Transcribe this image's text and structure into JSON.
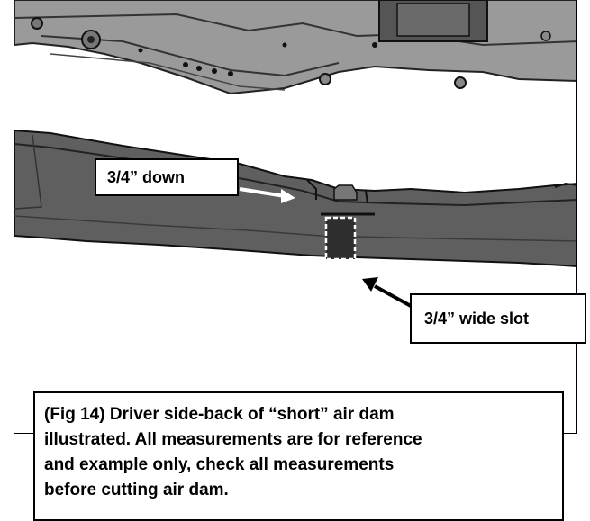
{
  "figure": {
    "image_subject": "air-dam-installation-photo",
    "colors": {
      "air_dam_body": "#5a5a5a",
      "frame_gray": "#8a8a8a",
      "background": "#ffffff",
      "slot_marker": "#333333",
      "arrow_white": "#ffffff",
      "arrow_black": "#000000"
    }
  },
  "callouts": {
    "down_label": "3/4” down",
    "slot_label": "3/4” wide slot"
  },
  "caption": {
    "lines": [
      "(Fig 14) Driver side-back of “short” air dam",
      "illustrated. All measurements are for reference",
      "and example only, check all measurements",
      "before cutting air dam."
    ]
  }
}
